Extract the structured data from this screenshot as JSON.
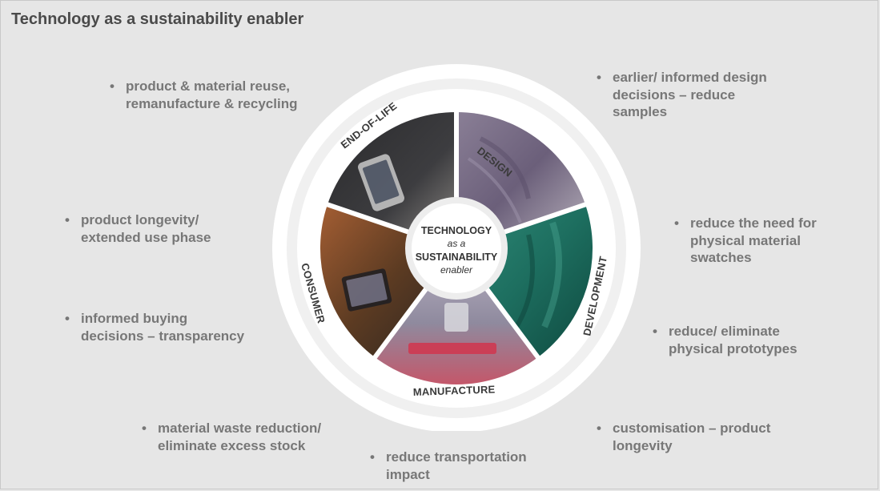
{
  "title": "Technology as a sustainability enabler",
  "center": {
    "line1": "TECHNOLOGY",
    "line2": "as a",
    "line3": "SUSTAINABILITY",
    "line4": "enabler"
  },
  "segments": {
    "design": "DESIGN",
    "development": "DEVELOPMENT",
    "manufacture": "MANUFACTURE",
    "consumer": "CONSUMER",
    "end_of_life": "END-OF-LIFE"
  },
  "bullets": {
    "reuse": "product & material reuse,\nremanufacture & recycling",
    "design": "earlier/ informed design\ndecisions – reduce\nsamples",
    "swatches": "reduce the need for\nphysical material\nswatches",
    "prototypes": "reduce/ eliminate\nphysical prototypes",
    "customisation": "customisation – product\nlongevity",
    "transport": "reduce transportation\nimpact",
    "waste": "material waste reduction/\neliminate excess stock",
    "buying": "informed buying\ndecisions – transparency",
    "longevity": "product longevity/\nextended use phase"
  },
  "bullet_char": "•",
  "colors": {
    "background": "#e6e6e6",
    "bullet_text": "#777777",
    "title_text": "#4a4a4a"
  }
}
